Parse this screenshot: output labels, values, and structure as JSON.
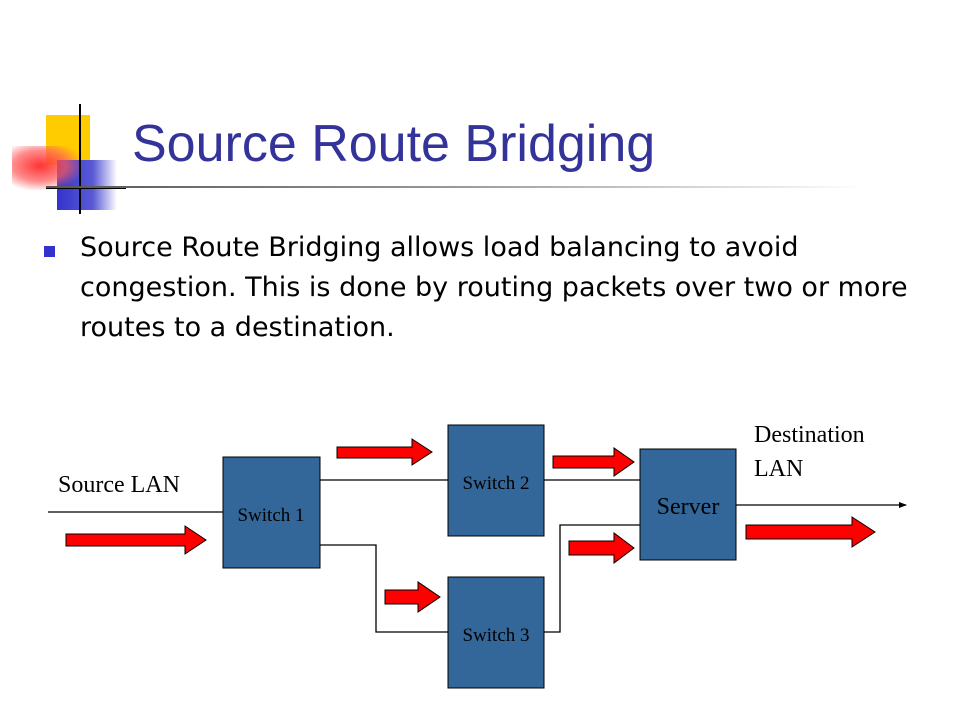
{
  "slide": {
    "title": "Source Route Bridging",
    "bullet": "Source Route Bridging allows load balancing to avoid congestion.  This is done by routing packets over two or more routes to a destination."
  },
  "diagram": {
    "source_label": "Source LAN",
    "destination_label": [
      "Destination",
      "LAN"
    ],
    "switch_1": "Switch 1",
    "switch_2": "Switch 2",
    "switch_3": "Switch 3",
    "server": "Server"
  },
  "colors": {
    "title": "#33339a",
    "bullet": "#3333cc",
    "box_fill": "#336699",
    "box_stroke": "#000000",
    "arrow_fill": "#ff0000",
    "arrow_stroke": "#000000",
    "deco_yellow": "#ffcc00",
    "deco_blue": "#3333cc",
    "deco_red": "#ff3333"
  }
}
